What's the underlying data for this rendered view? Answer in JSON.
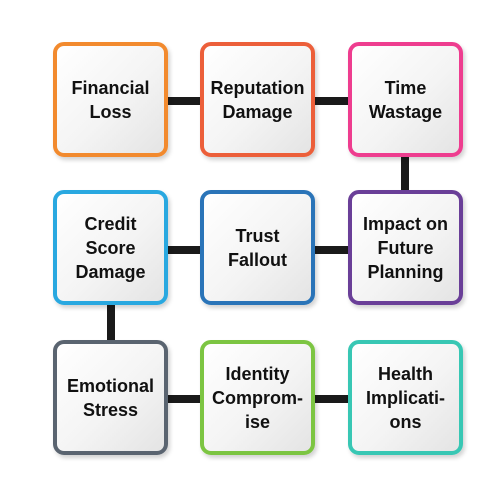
{
  "diagram": {
    "nodes": [
      {
        "id": "financial-loss",
        "label": "Financial\nLoss",
        "color": "#f28a2e"
      },
      {
        "id": "reputation-damage",
        "label": "Reputation\nDamage",
        "color": "#ec5f3a"
      },
      {
        "id": "time-wastage",
        "label": "Time\nWastage",
        "color": "#ee3d8f"
      },
      {
        "id": "credit-score-damage",
        "label": "Credit\nScore\nDamage",
        "color": "#29a8e0"
      },
      {
        "id": "trust-fallout",
        "label": "Trust\nFallout",
        "color": "#2a74b8"
      },
      {
        "id": "impact-on-future-planning",
        "label": "Impact on\nFuture\nPlanning",
        "color": "#6a3f98"
      },
      {
        "id": "emotional-stress",
        "label": "Emotional\nStress",
        "color": "#5a6470"
      },
      {
        "id": "identity-compromise",
        "label": "Identity\nCompro­m-\nise",
        "color": "#7cc542"
      },
      {
        "id": "health-implications",
        "label": "Health\nImplicati-\nons",
        "color": "#38c7b4"
      }
    ],
    "connector_color": "#1a1a1a"
  }
}
